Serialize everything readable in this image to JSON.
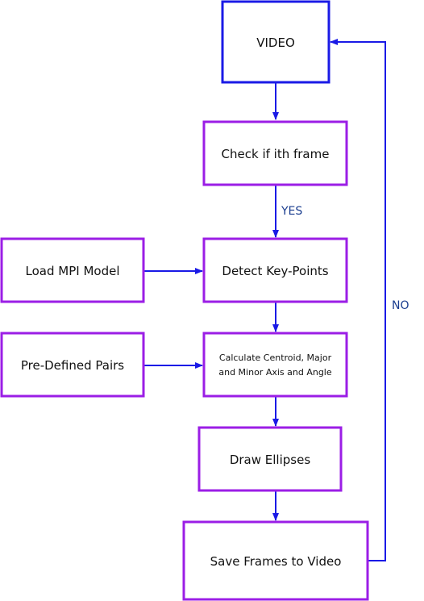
{
  "colors": {
    "start_border": "#1a1ae6",
    "process_border": "#9b1ee6",
    "arrow": "#1a1ae6",
    "label_text": "#1a3d8f"
  },
  "nodes": {
    "video": "VIDEO",
    "check_frame": "Check if ith frame",
    "load_model": "Load MPI Model",
    "detect_keypoints": "Detect Key-Points",
    "predefined_pairs": "Pre-Defined Pairs",
    "calculate_line1": "Calculate Centroid, Major",
    "calculate_line2": "and Minor Axis and Angle",
    "draw_ellipses": "Draw Ellipses",
    "save_frames": "Save Frames to Video"
  },
  "edge_labels": {
    "yes": "YES",
    "no": "NO"
  }
}
